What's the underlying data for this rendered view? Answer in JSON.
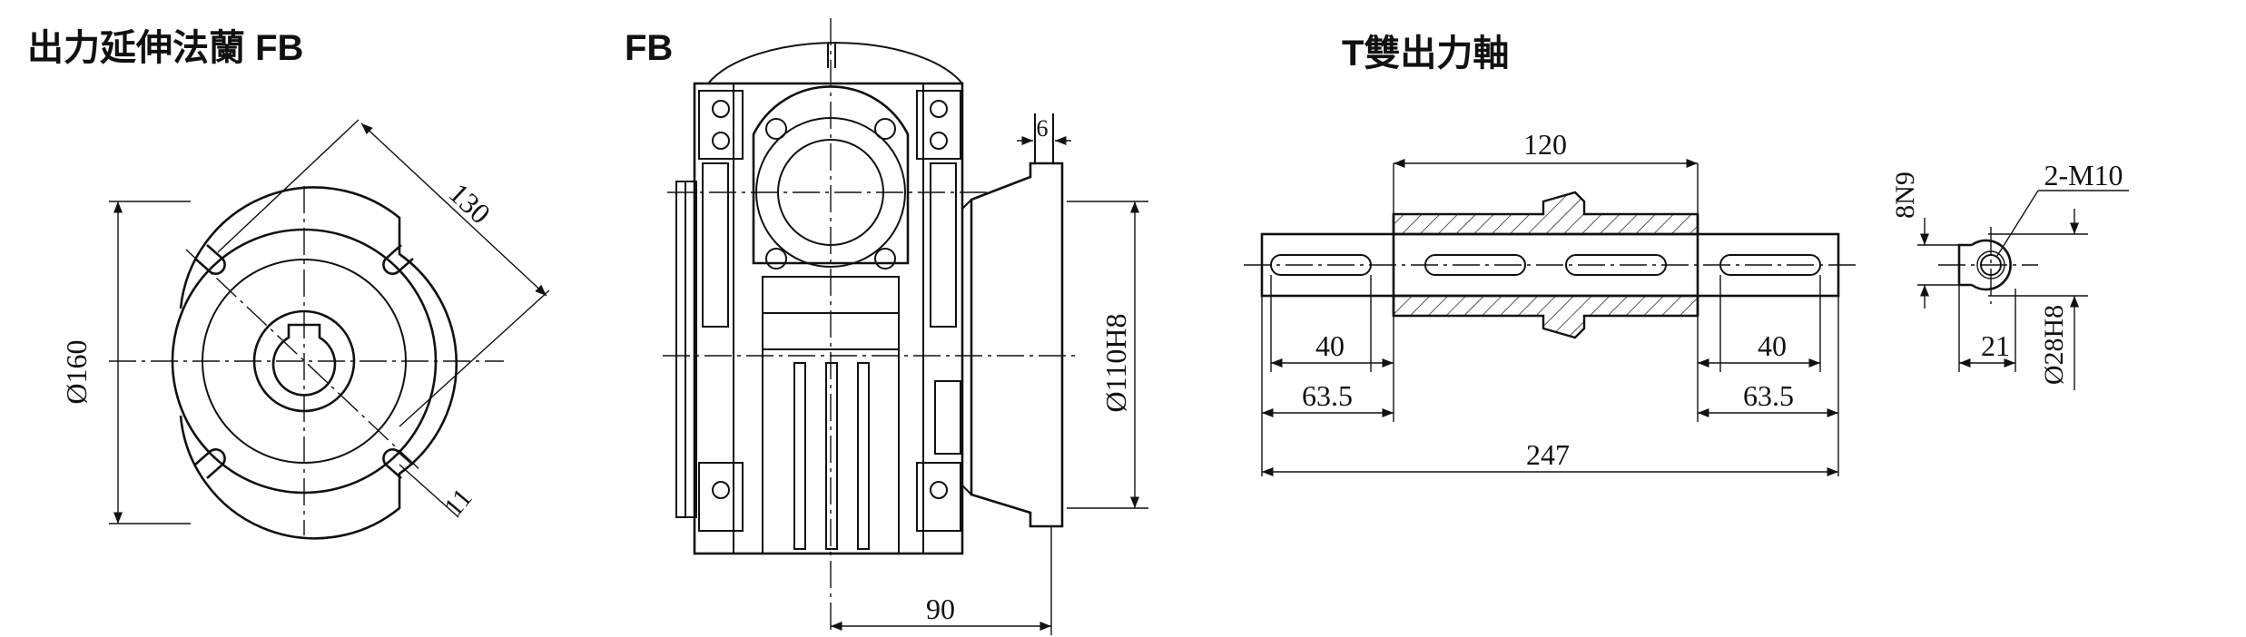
{
  "titles": {
    "left": "出力延伸法蘭 FB",
    "middle": "FB",
    "right": "T雙出力軸"
  },
  "dims": {
    "flange_pcd": "130",
    "flange_dia": "Ø160",
    "hole": "11",
    "flange_thk": "6",
    "pilot_dia": "Ø110H8",
    "offset": "90",
    "hub_len": "120",
    "key_len_left": "40",
    "key_len_right": "40",
    "shaft_ext_left": "63.5",
    "shaft_ext_right": "63.5",
    "overall": "247",
    "keyway": "8N9",
    "tap": "2-M10",
    "key_depth": "21",
    "bore": "Ø28H8"
  }
}
